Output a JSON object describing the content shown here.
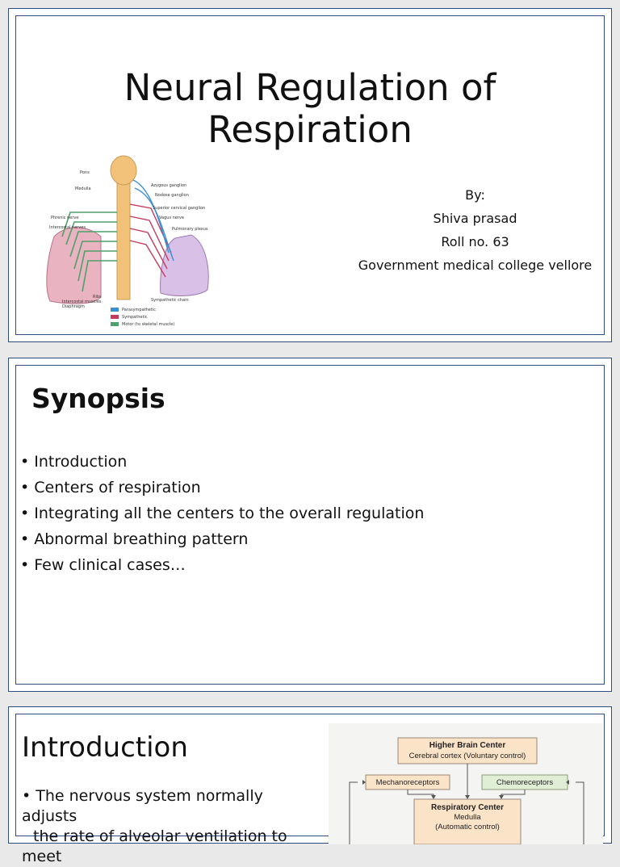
{
  "slide1": {
    "title_line1": "Neural Regulation of",
    "title_line2": "Respiration",
    "byline": [
      "By:",
      "Shiva prasad",
      "Roll no. 63",
      "Government medical college vellore"
    ],
    "figure_labels": [
      "Pons",
      "Medulla",
      "Azygous ganglion",
      "Nodose ganglion",
      "Superior cervical ganglion",
      "Vagus nerve",
      "Phrenic nerve",
      "Intercostal nerves",
      "Pulmonary plexus",
      "Ribs",
      "Intercostal muscles",
      "Diaphragm",
      "Sympathetic chain"
    ],
    "figure_legend": [
      "Parasympathetic",
      "Sympathetic",
      "Motor (to skeletal muscle)"
    ],
    "colors": {
      "parasympathetic": "#3b8fd0",
      "sympathetic": "#c43a5c",
      "motor": "#4fa06a",
      "lung": "#d9a8d6",
      "spine": "#f2c27a"
    }
  },
  "slide2": {
    "title": "Synopsis",
    "bullets": [
      " Introduction",
      "Centers of respiration",
      "Integrating all the centers to  the overall regulation",
      "Abnormal breathing pattern",
      "Few clinical cases…"
    ]
  },
  "slide3": {
    "title": "Introduction",
    "text_line1": "The nervous system normally adjusts",
    "text_line2": "the rate of alveolar ventilation to meet",
    "flow": {
      "higher_title": "Higher Brain Center",
      "higher_sub": "Cerebral cortex (Voluntary control)",
      "mechano": "Mechanoreceptors",
      "chemo": "Chemoreceptors",
      "resp_title": "Respiratory Center",
      "resp_sub": "Medulla",
      "resp_sub2": "(Automatic control)"
    }
  }
}
